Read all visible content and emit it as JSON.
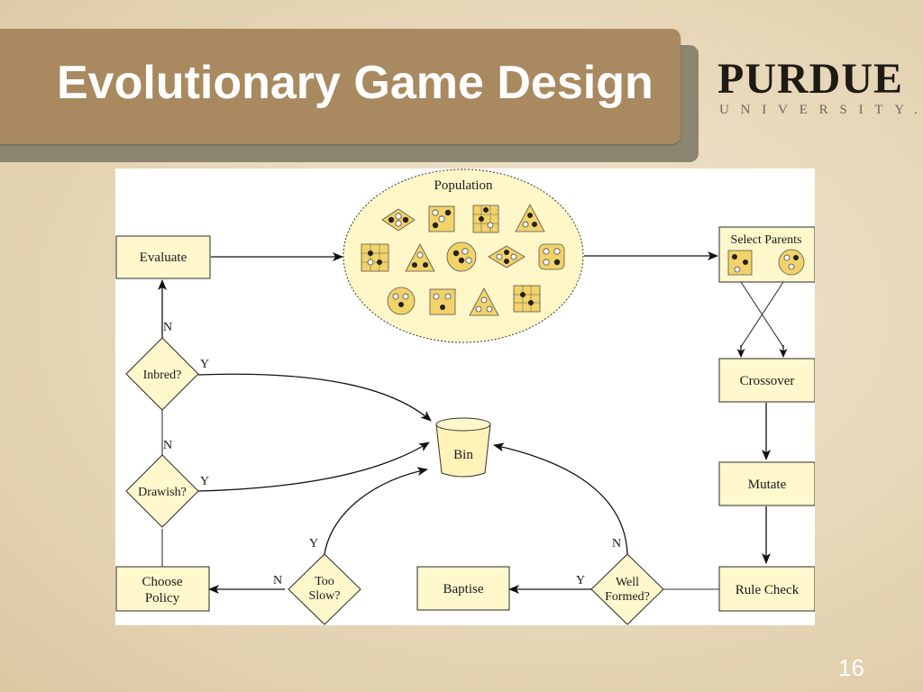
{
  "slide": {
    "title": "Evolutionary Game Design",
    "page_number": "16"
  },
  "logo": {
    "main": "PURDUE",
    "sub": "UNIVERSITY."
  },
  "diagram": {
    "nodes": {
      "population": "Population",
      "evaluate": "Evaluate",
      "select_parents": "Select Parents",
      "crossover": "Crossover",
      "mutate": "Mutate",
      "rule_check": "Rule Check",
      "well_formed_1": "Well",
      "well_formed_2": "Formed?",
      "baptise": "Baptise",
      "too_slow_1": "Too",
      "too_slow_2": "Slow?",
      "choose_policy_1": "Choose",
      "choose_policy_2": "Policy",
      "drawish": "Drawish?",
      "inbred": "Inbred?",
      "bin": "Bin"
    },
    "labels": {
      "inbred_no": "N",
      "inbred_yes": "Y",
      "drawish_no": "N",
      "drawish_yes": "Y",
      "too_slow_yes": "Y",
      "too_slow_no": "N",
      "well_formed_no": "N",
      "well_formed_yes": "Y"
    }
  }
}
